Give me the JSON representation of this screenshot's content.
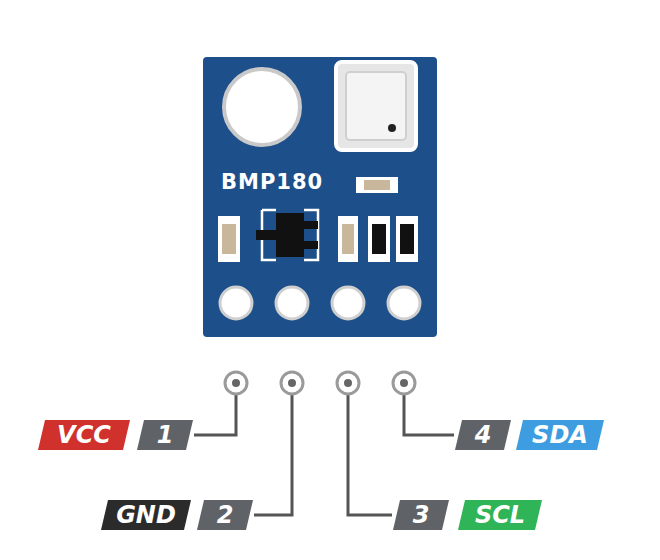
{
  "diagram": {
    "nodes": [
      {
        "text": [
          "BMP180"
        ]
      },
      {
        "text": [
          "VCC"
        ]
      },
      {
        "text": [
          "1"
        ]
      },
      {
        "text": [
          "GND"
        ]
      },
      {
        "text": [
          "2"
        ]
      },
      {
        "text": [
          "3"
        ]
      },
      {
        "text": [
          "SCL"
        ]
      },
      {
        "text": [
          "4"
        ]
      },
      {
        "text": [
          "SDA"
        ]
      }
    ]
  }
}
